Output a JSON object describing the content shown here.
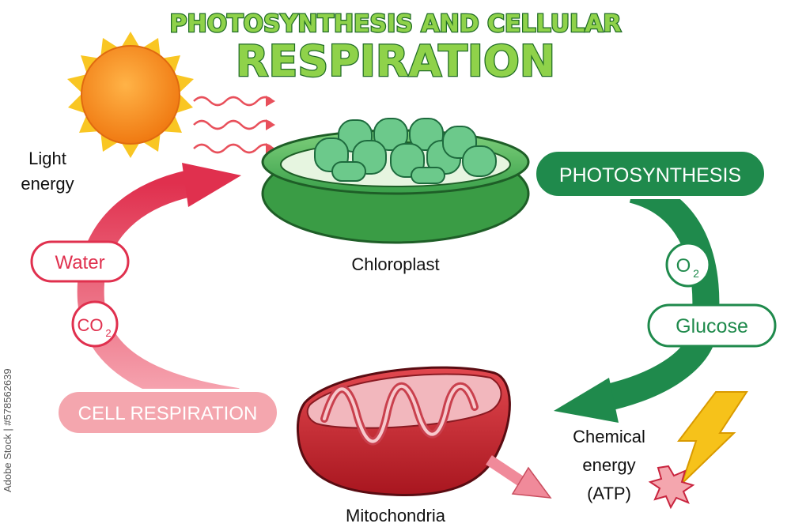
{
  "title": {
    "line1": "PHOTOSYNTHESIS AND CELLULAR",
    "line2": "RESPIRATION"
  },
  "labels": {
    "light_energy_1": "Light",
    "light_energy_2": "energy",
    "chloroplast": "Chloroplast",
    "mitochondria": "Mitochondria",
    "chemical_1": "Chemical",
    "chemical_2": "energy",
    "chemical_3": "(ATP)"
  },
  "pills": {
    "photosynthesis": "PHOTOSYNTHESIS",
    "oxygen": "O",
    "oxygen_sub": "2",
    "glucose": "Glucose",
    "water": "Water",
    "co2": "CO",
    "co2_sub": "2",
    "cell_respiration": "CELL RESPIRATION"
  },
  "watermark": "Adobe Stock | #578562639",
  "colors": {
    "green_dark": "#1f8a4c",
    "green_light": "#5fbf6e",
    "red_dark": "#e0304e",
    "red_light": "#f4a6ae",
    "sun": "#f7941d",
    "bolt": "#f6c21a"
  }
}
